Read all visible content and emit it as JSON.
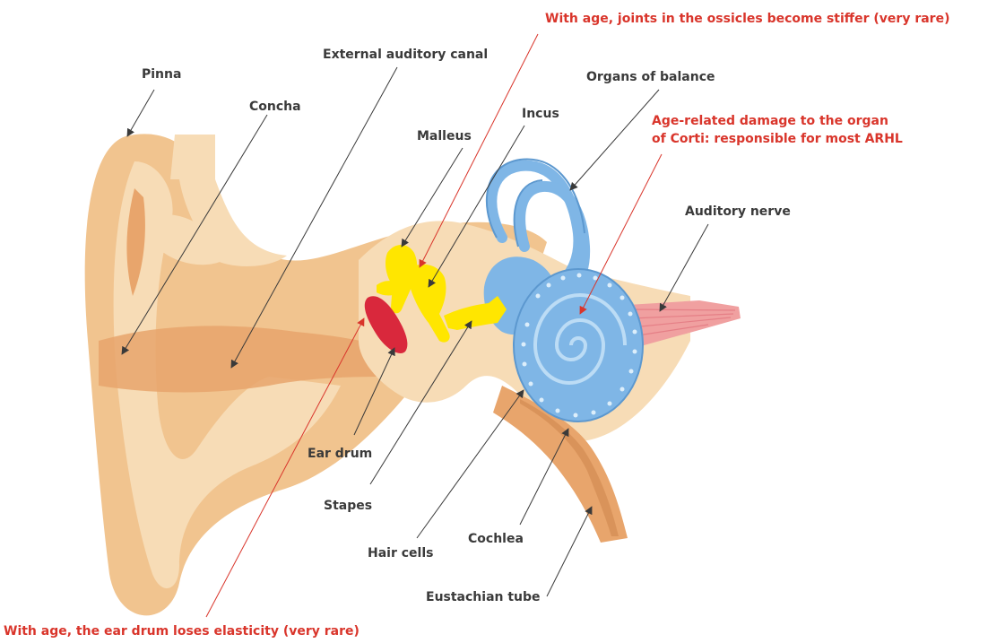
{
  "colors": {
    "skin_light": "#f7dcb6",
    "skin_mid": "#f1c48f",
    "skin_dark": "#e8a56c",
    "ossicles": "#ffe600",
    "ear_drum": "#d9283c",
    "inner_ear": "#7fb6e6",
    "nerve": "#f0a0a0",
    "label": "#3a3a3a",
    "highlight": "#d9352b"
  },
  "labels": {
    "pinna": "Pinna",
    "concha": "Concha",
    "external_canal": "External auditory canal",
    "malleus": "Malleus",
    "incus": "Incus",
    "organs_balance": "Organs of balance",
    "auditory_nerve": "Auditory nerve",
    "ear_drum": "Ear drum",
    "stapes": "Stapes",
    "hair_cells": "Hair cells",
    "cochlea": "Cochlea",
    "eustachian": "Eustachian tube"
  },
  "notes": {
    "ossicles_stiffer": "With age, joints in the ossicles become stiffer (very rare)",
    "organ_corti_line1": "Age-related damage to the organ",
    "organ_corti_line2": "of Corti: responsible for most ARHL",
    "ear_drum_elasticity": "With age, the ear drum loses elasticity (very rare)"
  }
}
